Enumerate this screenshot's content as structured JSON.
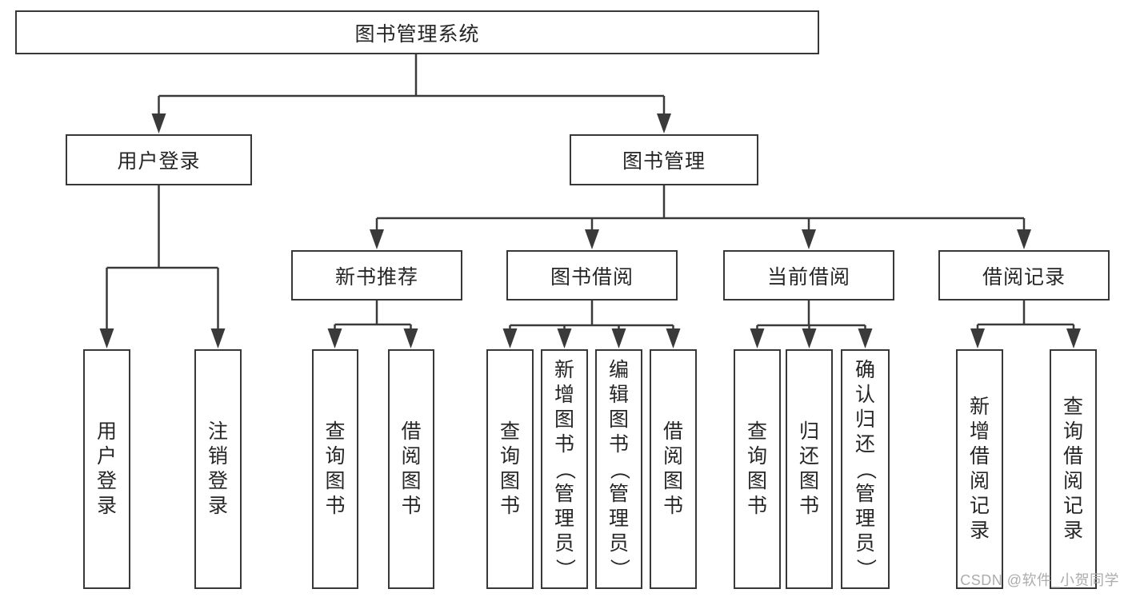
{
  "diagram": {
    "root": {
      "label": "图书管理系统"
    },
    "modules": [
      {
        "label": "用户登录",
        "features": [
          {
            "label": "用户登录"
          },
          {
            "label": "注销登录"
          }
        ]
      },
      {
        "label": "图书管理",
        "submodules": [
          {
            "label": "新书推荐",
            "features": [
              {
                "label": "查询图书"
              },
              {
                "label": "借阅图书"
              }
            ]
          },
          {
            "label": "图书借阅",
            "features": [
              {
                "label": "查询图书"
              },
              {
                "label": "新增图书（管理员）"
              },
              {
                "label": "编辑图书（管理员）"
              },
              {
                "label": "借阅图书"
              }
            ]
          },
          {
            "label": "当前借阅",
            "features": [
              {
                "label": "查询图书"
              },
              {
                "label": "归还图书"
              },
              {
                "label": "确认归还（管理员）"
              }
            ]
          },
          {
            "label": "借阅记录",
            "features": [
              {
                "label": "新增借阅记录"
              },
              {
                "label": "查询借阅记录"
              }
            ]
          }
        ]
      }
    ]
  },
  "watermark": {
    "text": "CSDN @软件_小贺同学"
  },
  "colors": {
    "line": "#3a3a3a",
    "box_border": "#383838",
    "text": "#262626",
    "watermark": "#acacac",
    "background": "#ffffff"
  }
}
